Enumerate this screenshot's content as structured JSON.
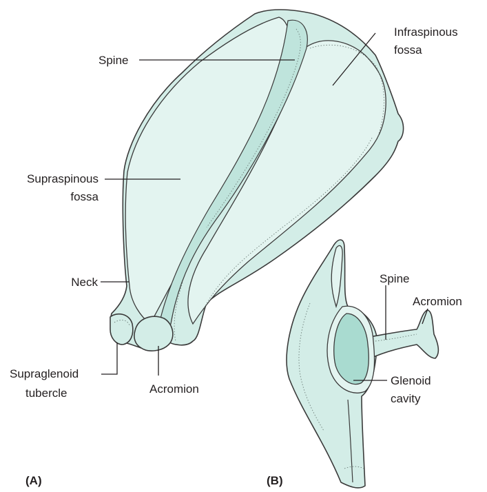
{
  "panels": {
    "a": "(A)",
    "b": "(B)"
  },
  "labels_a": {
    "spine": "Spine",
    "infraspinous_line1": "Infraspinous",
    "infraspinous_line2": "fossa",
    "supraspinous_line1": "Supraspinous",
    "supraspinous_line2": "fossa",
    "neck": "Neck",
    "supraglenoid_line1": "Supraglenoid",
    "supraglenoid_line2": "tubercle",
    "acromion": "Acromion"
  },
  "labels_b": {
    "spine": "Spine",
    "acromion": "Acromion",
    "glenoid_line1": "Glenoid",
    "glenoid_line2": "cavity"
  },
  "colors": {
    "bone_fill": "#d3ede7",
    "bone_highlight": "#e3f4f0",
    "cavity_fill": "#a9dbd0",
    "outline": "#3a3a3a",
    "text": "#231f20"
  }
}
